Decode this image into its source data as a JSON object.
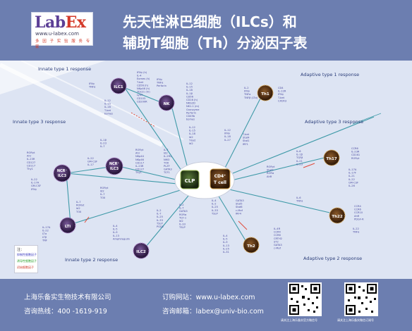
{
  "header": {
    "logo_lab": "Lab",
    "logo_ex": "Ex",
    "logo_url": "www.u-labex.com",
    "logo_tagline": "多 因 子 实 验 服 务 专 家",
    "title_line1": "先天性淋巴细胞（ILCs）和",
    "title_line2": "辅助T细胞（Th）分泌因子表"
  },
  "regions": {
    "innate1": "Innate type 1 response",
    "innate3": "Innate type 3 response",
    "innate2": "Innate type 2 response",
    "adaptive1": "Adaptive type 1 response",
    "adaptive3": "Adaptive type 3 response",
    "adaptive2": "Adaptive type 2 response"
  },
  "cells": {
    "clp": "CLP",
    "cd4_line1": "CD4⁺",
    "cd4_line2": "T cell",
    "ilc1": "ILC1",
    "nk": "NK",
    "ncr_minus_line1": "NCR⁻",
    "ncr_minus_line2": "ILC3",
    "ncr_plus_line1": "NCR⁺",
    "ncr_plus_line2": "ILC3",
    "lti": "LTi",
    "ilc2": "ILC2",
    "th1": "Th1",
    "th17": "Th17",
    "th22": "Th22",
    "th2": "Th2"
  },
  "legend": {
    "title": "注：",
    "row1": "抑制性细胞因子",
    "row2": "诱导性细胞因子",
    "row3": "初始细胞因子"
  },
  "cytokines": {
    "ilc1_list": [
      "IFNγ (h)",
      "IL-4",
      "Eomes (h)",
      "T-bet",
      "CD56 (h)",
      "NKp46 (h)",
      "Tbx21 (m)",
      "Ly49",
      "CD103",
      "CD200R"
    ],
    "ilc1_out": [
      "IFNγ",
      "TNFα"
    ],
    "nk_list": [
      "IL-12",
      "IL-15",
      "IL-18",
      "IL-1β",
      "CD56",
      "CD16 (h)",
      "NKG2D",
      "NK1.1 (m)",
      "Granzyme",
      "Perforin",
      "CD49b",
      "Eomes"
    ],
    "nk_out": [
      "IFNγ",
      "TNFα",
      "Perforin"
    ],
    "ilc1_induce": [
      "IL-12",
      "IL-15",
      "IL-18",
      "T-bet",
      "Eomes"
    ],
    "innate1_mid": [
      "IL-12",
      "IL-15",
      "IL-18",
      "Id2",
      "T-bet",
      "Id2"
    ],
    "ncrm_list": [
      "RORγt",
      "Ahr",
      "IL-23R",
      "CD127",
      "CD117",
      "Thy1"
    ],
    "ncrm_out": [
      "IL-22",
      "IL-17A",
      "GM-CSF",
      "IFNγ"
    ],
    "ncrp_list": [
      "RORγt",
      "Ahr",
      "NKp44",
      "NKp46",
      "CD117",
      "IL-23R",
      "CD127",
      "Thy1"
    ],
    "ncrp_out": [
      "IL-22",
      "GM-CSF",
      "IL-17"
    ],
    "ncr3_in": [
      "IL-1β",
      "IL-23",
      "IL-7"
    ],
    "lti_list": [
      "IL-7",
      "RORγt",
      "Id2",
      "TOX"
    ],
    "lti_out": [
      "IL-17A",
      "IL-22",
      "LTα",
      "LTβ",
      "TNF"
    ],
    "lti_in": [
      "RORγt",
      "Id2",
      "IL-7",
      "TOX"
    ],
    "ilc2_list": [
      "IL-4",
      "IL-5",
      "IL-9",
      "IL-13",
      "Amphiregulin"
    ],
    "ilc2_in": [
      "IL-2",
      "IL-7",
      "IL-25",
      "IL-33",
      "TSLP",
      "PGD2"
    ],
    "ilc2_mid": [
      "IL-2",
      "IL-7",
      "GATA3",
      "RORα",
      "TCF-1",
      "Id2",
      "IL-33",
      "TSLP"
    ],
    "clp_out": [
      "IL-7",
      "Id2",
      "IL-2Rγ",
      "Nfil3",
      "TOX",
      "PLZF",
      "GATA3",
      "TCF1"
    ],
    "th1_list": [
      "CD4",
      "IL-12R",
      "IFNγ",
      "T-bet",
      "CXCR3"
    ],
    "th1_out": [
      "IL-2",
      "IFNγ",
      "TNFα",
      "TNFβ (LTα)"
    ],
    "th1_in": [
      "IL-12",
      "IFNγ",
      "IL-18",
      "IL-27"
    ],
    "th1_tf": [
      "T-bet",
      "Stat4",
      "Stat1",
      "IRF1"
    ],
    "th17_list": [
      "CCR6",
      "IL-23R",
      "CD161",
      "RORγt"
    ],
    "th17_out": [
      "IL-17A",
      "IL-17F",
      "IL-21",
      "IL-22",
      "GM-CSF",
      "IL-26"
    ],
    "th17_in": [
      "IL-6",
      "IL-1β",
      "TGFβ",
      "IL-21",
      "IL-23"
    ],
    "th17_tf": [
      "RORγt",
      "Stat3",
      "RORα",
      "AhR"
    ],
    "th22_list": [
      "CCR4",
      "CCR6",
      "CCR10",
      "AhR",
      "PDGF-R"
    ],
    "th22_out": [
      "IL-22",
      "TNFα"
    ],
    "th22_in": [
      "IL-6",
      "TNFα"
    ],
    "th2_list": [
      "IL-4R",
      "CCR4",
      "CCR8",
      "CRTH2",
      "ST2",
      "GATA3",
      "c-Maf"
    ],
    "th2_out": [
      "IL-4",
      "IL-5",
      "IL-9",
      "IL-13",
      "IL-25",
      "IL-31"
    ],
    "th2_in": [
      "IL-4",
      "IL-2",
      "IL-25",
      "IL-33",
      "TSLP"
    ],
    "th2_tf": [
      "GATA3",
      "Stat5",
      "Stat6",
      "c-Maf",
      "IRF4"
    ]
  },
  "footer": {
    "company": "上海乐备实生物技术有限公司",
    "hotline": "咨询热线：400 -1619-919",
    "website": "订购网站：www.u-labex.com",
    "email": "咨询邮箱：labex@univ-bio.com",
    "qr1_caption": "请关注上海乐备实官方微信号",
    "qr2_caption": "请关注上海乐备实微信订阅号"
  }
}
